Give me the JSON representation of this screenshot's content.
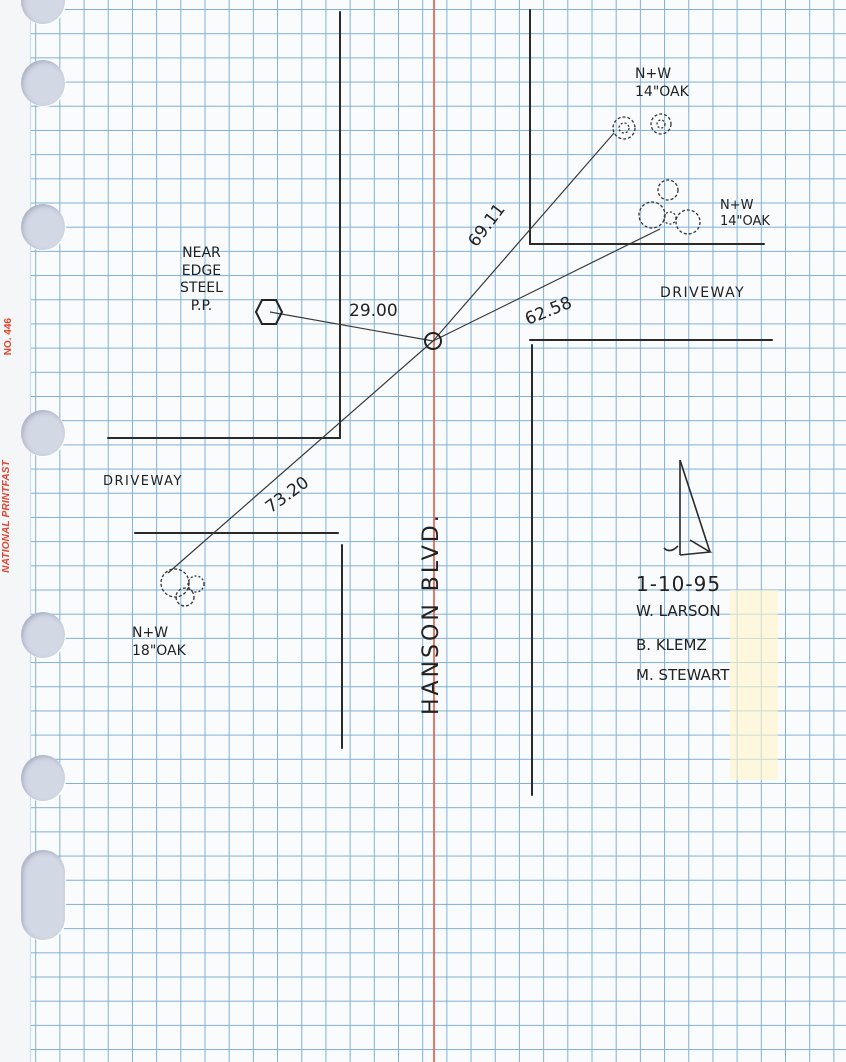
{
  "sheet": {
    "brand": "NATIONAL PRINTFAST",
    "number": "NO. 446"
  },
  "road": {
    "label": "HANSON BLVD."
  },
  "driveways": {
    "west_label": "DRIVEWAY",
    "east_label": "DRIVEWAY"
  },
  "reference_point": {
    "label_lines": "NEAR\nEDGE\nSTEEL\nP.P."
  },
  "measurements": {
    "to_pole": "29.00",
    "to_ne_oak": "69.11",
    "to_e_oak": "62.58",
    "to_sw_oak": "73.20"
  },
  "trees": {
    "ne_oak": "N+W\n14\"OAK",
    "e_oak": "N+W\n14\"OAK",
    "sw_oak": "N+W\n18\"OAK"
  },
  "notes": {
    "date": "1-10-95",
    "crew": [
      "W. LARSON",
      "B. KLEMZ",
      "M. STEWART"
    ]
  },
  "colors": {
    "grid": "#7fb0d8",
    "center_line": "#e4604a",
    "ink": "#222222",
    "brand": "#e2442f"
  }
}
